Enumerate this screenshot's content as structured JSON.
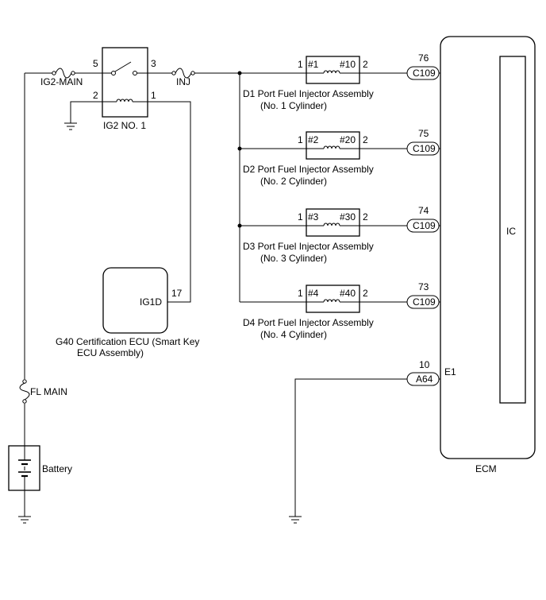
{
  "components": {
    "ig2_relay": {
      "label": "IG2 NO. 1",
      "pins": [
        "5",
        "3",
        "2",
        "1"
      ]
    },
    "fuses": {
      "ig2_main": "IG2-MAIN",
      "inj": "INJ",
      "fl_main": "FL MAIN"
    },
    "battery": "Battery",
    "cert_ecu": {
      "terminal": "IG1D",
      "pin": "17",
      "label_line1": "G40  Certification ECU (Smart Key",
      "label_line2": "ECU Assembly)"
    },
    "ecm": {
      "label": "ECM",
      "ic_label": "IC"
    }
  },
  "injectors": [
    {
      "left_pin": "1",
      "right_pin": "2",
      "in_term": "#1",
      "out_term": "#10",
      "name_line1": "D1  Port Fuel Injector Assembly",
      "name_line2": "(No. 1 Cylinder)",
      "ecm_pin": "76",
      "connector": "C109",
      "ecm_term": "#10"
    },
    {
      "left_pin": "1",
      "right_pin": "2",
      "in_term": "#2",
      "out_term": "#20",
      "name_line1": "D2  Port Fuel Injector Assembly",
      "name_line2": "(No. 2 Cylinder)",
      "ecm_pin": "75",
      "connector": "C109",
      "ecm_term": "#20"
    },
    {
      "left_pin": "1",
      "right_pin": "2",
      "in_term": "#3",
      "out_term": "#30",
      "name_line1": "D3  Port Fuel Injector Assembly",
      "name_line2": "(No. 3 Cylinder)",
      "ecm_pin": "74",
      "connector": "C109",
      "ecm_term": "#30"
    },
    {
      "left_pin": "1",
      "right_pin": "2",
      "in_term": "#4",
      "out_term": "#40",
      "name_line1": "D4   Port Fuel Injector Assembly",
      "name_line2": "(No. 4 Cylinder)",
      "ecm_pin": "73",
      "connector": "C109",
      "ecm_term": "#40"
    }
  ],
  "ground_terminal": {
    "ecm_pin": "10",
    "connector": "A64",
    "ecm_term": "E1"
  }
}
